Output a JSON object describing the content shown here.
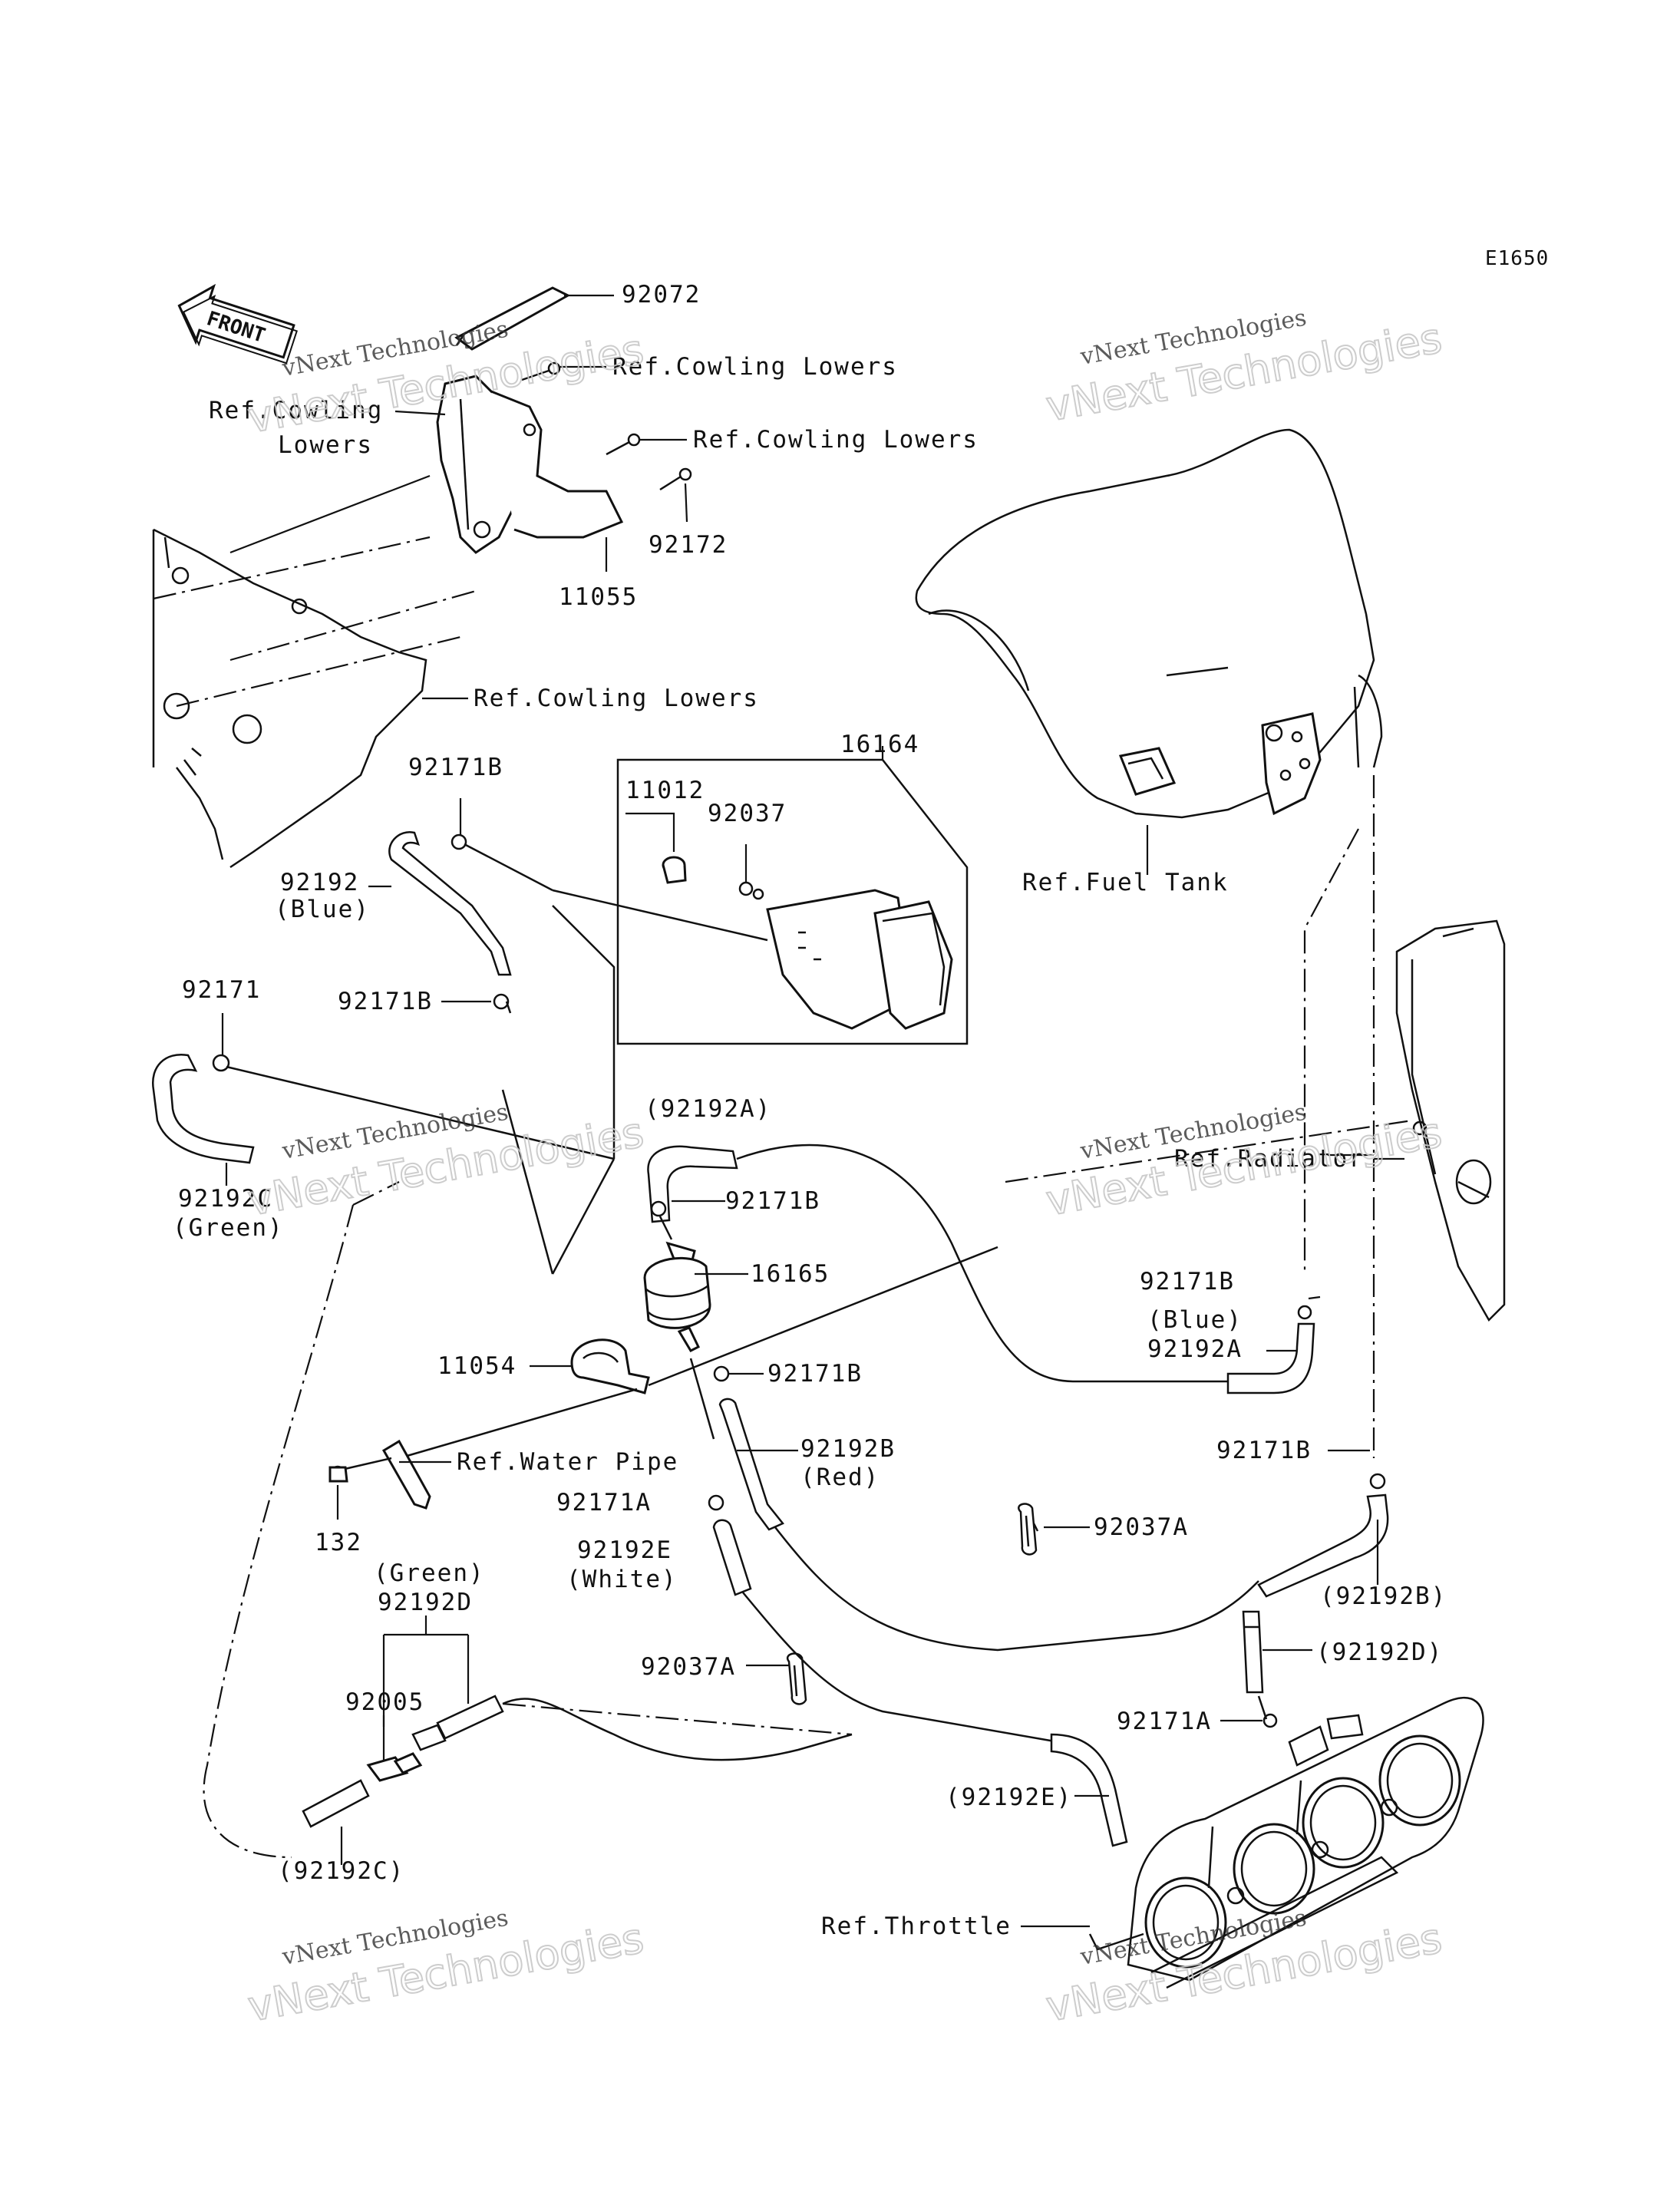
{
  "diagram": {
    "code": "E1650",
    "front_label": "FRONT",
    "watermarks": [
      {
        "line1": "vNext Technologies",
        "line2": "vNext Technologies"
      },
      {
        "line1": "vNext Technologies",
        "line2": "vNext Technologies"
      },
      {
        "line1": "vNext Technologies",
        "line2": "vNext Technologies"
      },
      {
        "line1": "vNext Technologies",
        "line2": "vNext Technologies"
      },
      {
        "line1": "vNext Technologies",
        "line2": "vNext Technologies"
      },
      {
        "line1": "vNext Technologies",
        "line2": "vNext Technologies"
      }
    ],
    "labels": {
      "p92072": "92072",
      "ref_cowling_1": "Ref.Cowling Lowers",
      "ref_cowling_2a": "Ref.Cowling",
      "ref_cowling_2b": "Lowers",
      "ref_cowling_3": "Ref.Cowling Lowers",
      "p92172": "92172",
      "p11055": "11055",
      "ref_cowling_4": "Ref.Cowling Lowers",
      "p16164": "16164",
      "p11012": "11012",
      "p92037": "92037",
      "p92171B_1": "92171B",
      "p92192": "92192",
      "blue_1": "(Blue)",
      "p92171B_2": "92171B",
      "ref_fuel_tank": "Ref.Fuel Tank",
      "p92171": "92171",
      "p92192C": "92192C",
      "green_1": "(Green)",
      "p92192A_paren": "(92192A)",
      "p92171B_3": "92171B",
      "p16165": "16165",
      "ref_radiator": "Ref.Radiator",
      "p92171B_4": "92171B",
      "blue_2": "(Blue)",
      "p92192A": "92192A",
      "p11054": "11054",
      "p92171B_5": "92171B",
      "ref_water_pipe": "Ref.Water Pipe",
      "p92192B": "92192B",
      "red": "(Red)",
      "p92171A_1": "92171A",
      "p132": "132",
      "p92192E": "92192E",
      "white": "(White)",
      "p92037A_1": "92037A",
      "p92171B_6": "92171B",
      "p92192B_paren": "(92192B)",
      "green_2": "(Green)",
      "p92192D": "92192D",
      "p92037A_2": "92037A",
      "p92192D_paren": "(92192D)",
      "p92005": "92005",
      "p92171A_2": "92171A",
      "p92192E_paren": "(92192E)",
      "p92192C_paren": "(92192C)",
      "ref_throttle": "Ref.Throttle"
    }
  }
}
